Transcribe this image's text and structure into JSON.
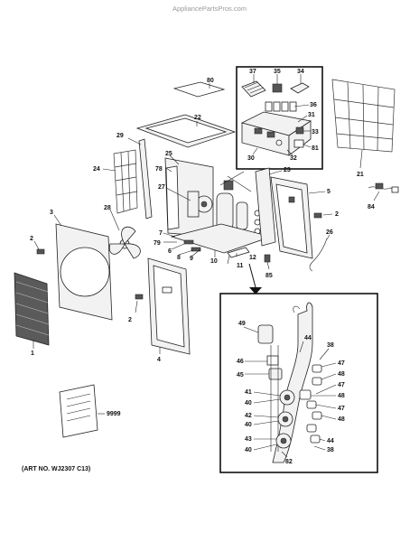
{
  "watermark": "AppliancePartsPros.com",
  "art_number": "(ART NO. WJ2307 C13)",
  "labels": {
    "p80": "80",
    "p22": "22",
    "p37": "37",
    "p35": "35",
    "p34": "34",
    "p36": "36",
    "p31": "31",
    "p33": "33",
    "p81": "81",
    "p30": "30",
    "p32": "32",
    "p21": "21",
    "p29": "29",
    "p24": "24",
    "p25": "25",
    "p78": "78",
    "p23": "23",
    "p5": "5",
    "p84": "84",
    "p27": "27",
    "p3": "3",
    "p28": "28",
    "p2a": "2",
    "p2b": "2",
    "p2c": "2",
    "p7": "7",
    "p79": "79",
    "p6": "6",
    "p8": "8",
    "p9": "9",
    "p10": "10",
    "p11": "11",
    "p12": "12",
    "p26": "26",
    "p85": "85",
    "p1": "1",
    "p4": "4",
    "p9999": "9999",
    "p49": "49",
    "p44a": "44",
    "p38a": "38",
    "p46": "46",
    "p47a": "47",
    "p45": "45",
    "p48a": "48",
    "p47b": "47",
    "p41": "41",
    "p48b": "48",
    "p40a": "40",
    "p47c": "47",
    "p42": "42",
    "p48c": "48",
    "p40b": "40",
    "p43": "43",
    "p44b": "44",
    "p40c": "40",
    "p38b": "38",
    "p82": "82"
  }
}
